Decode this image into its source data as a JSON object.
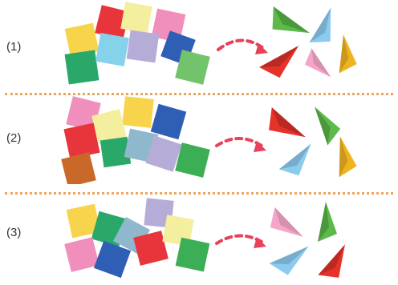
{
  "rows": [
    {
      "label": "(1)",
      "papers": [
        "#f7d44c",
        "#e8353c",
        "#f4ef9e",
        "#f08fbc",
        "#2aa86a",
        "#86d2ea",
        "#b6acd8",
        "#2f5fb5",
        "#73c36c"
      ],
      "planes": [
        {
          "color": "#5cb94a"
        },
        {
          "color": "#8ccbef"
        },
        {
          "color": "#e6332a"
        },
        {
          "color": "#f4a5c8"
        },
        {
          "color": "#f0b320"
        }
      ]
    },
    {
      "label": "(2)",
      "papers": [
        "#f08fbc",
        "#f7d44c",
        "#2f5fb5",
        "#f4ef9e",
        "#e8353c",
        "#c8692a",
        "#2aa86a",
        "#8fb8cc",
        "#b6acd8",
        "#3cae55"
      ],
      "planes": [
        {
          "color": "#e6332a"
        },
        {
          "color": "#5cb94a"
        },
        {
          "color": "#8ccbef"
        },
        {
          "color": "#f0b320"
        }
      ]
    },
    {
      "label": "(3)",
      "papers": [
        "#f7d44c",
        "#2aa86a",
        "#f08fbc",
        "#2f5fb5",
        "#8fb8cc",
        "#e8353c",
        "#b6acd8",
        "#f4ef9e",
        "#3cae55"
      ],
      "planes": [
        {
          "color": "#f4a5c8"
        },
        {
          "color": "#5cb94a"
        },
        {
          "color": "#8ccbef"
        },
        {
          "color": "#e6332a"
        }
      ]
    }
  ],
  "arrow_color": "#e8415a",
  "divider_color": "#f0a35a"
}
